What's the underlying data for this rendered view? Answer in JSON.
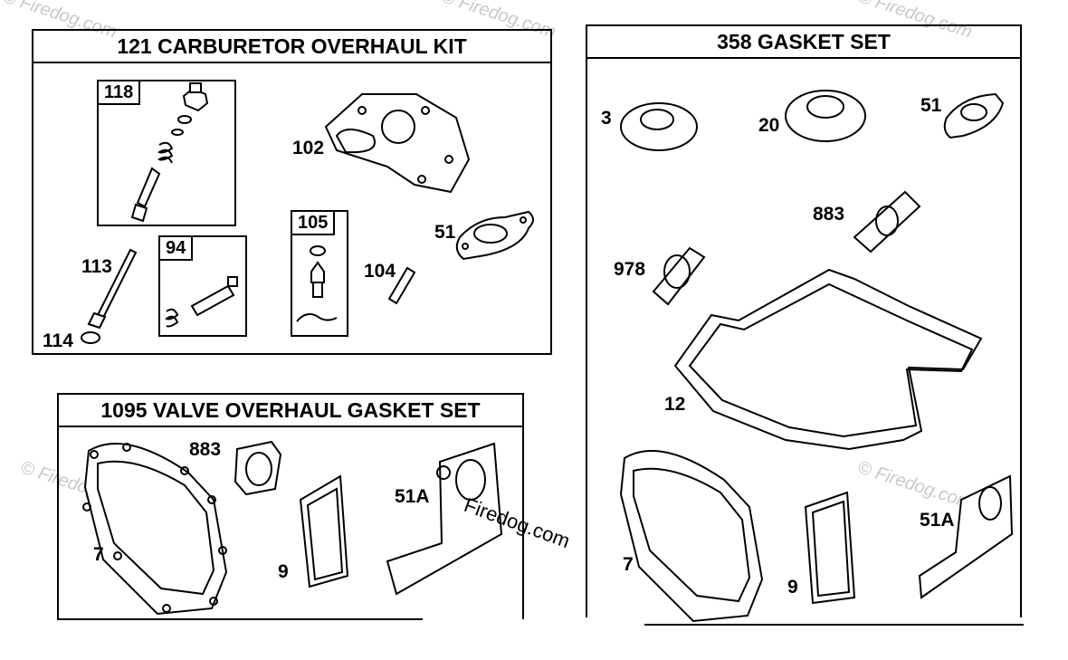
{
  "watermark": "© Firedog.com",
  "watermark_center": "Firedog.com",
  "kit_121": {
    "title": "121 CARBURETOR OVERHAUL KIT",
    "box_118": "118",
    "box_94": "94",
    "box_105": "105",
    "labels": {
      "p102": "102",
      "p51": "51",
      "p104": "104",
      "p113": "113",
      "p114": "114"
    }
  },
  "kit_1095": {
    "title": "1095 VALVE OVERHAUL GASKET SET",
    "labels": {
      "p883": "883",
      "p7": "7",
      "p9": "9",
      "p51A": "51A"
    }
  },
  "kit_358": {
    "title": "358 GASKET SET",
    "labels": {
      "p3": "3",
      "p20": "20",
      "p51": "51",
      "p883": "883",
      "p978": "978",
      "p12": "12",
      "p7": "7",
      "p9": "9",
      "p51A": "51A"
    }
  }
}
